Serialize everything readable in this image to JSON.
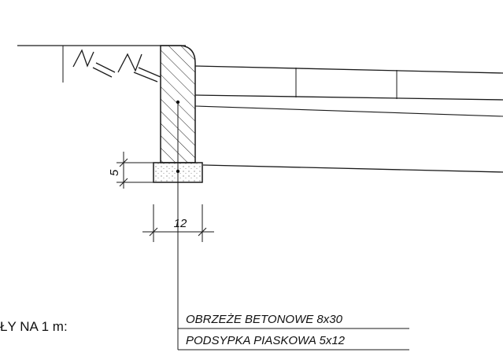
{
  "dimensions": {
    "height_label": "5",
    "width_label": "12"
  },
  "callouts": [
    {
      "text": "OBRZEŻE BETONOWE 8x30"
    },
    {
      "text": "PODSYPKA PIASKOWA 5x12"
    }
  ],
  "side_note": "ŁY NA 1 m:"
}
